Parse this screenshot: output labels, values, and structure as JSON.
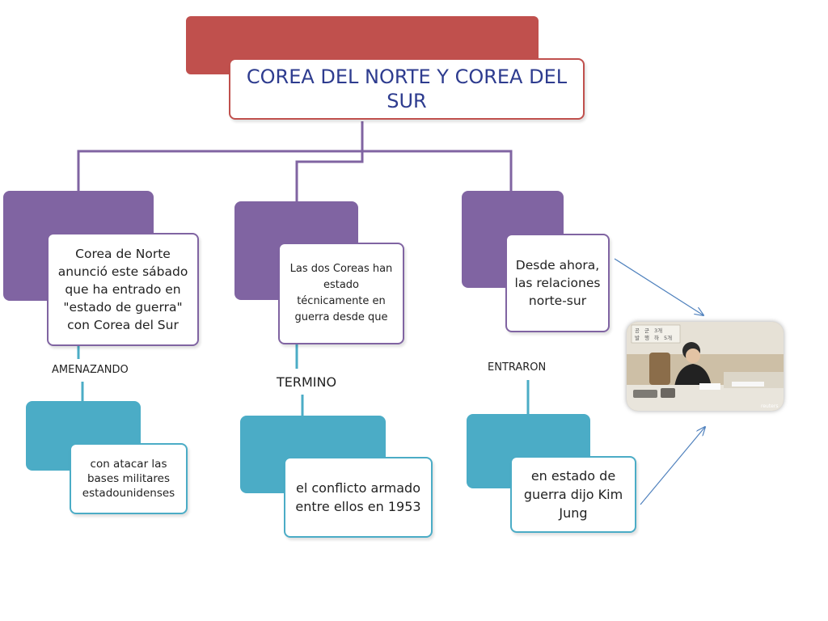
{
  "title": "COREA DEL NORTE Y COREA DEL SUR",
  "branches": [
    {
      "top_text": "Corea de Norte anunció este sábado que ha entrado en \"estado de guerra\" con Corea del Sur",
      "link_label": "AMENAZANDO",
      "bottom_text": "con atacar las bases militares estadounidenses"
    },
    {
      "top_text": "Las dos Coreas han estado técnicamente en guerra desde que",
      "link_label": "TERMINO",
      "bottom_text": "el conflicto armado entre ellos en 1953"
    },
    {
      "top_text": "Desde ahora, las relaciones norte-sur",
      "link_label": "ENTRARON",
      "bottom_text": "en estado de guerra dijo Kim Jung"
    }
  ],
  "photo": {
    "board_text": [
      "공",
      "군",
      "3개",
      "발",
      "행",
      "하",
      "5개"
    ],
    "watermark": "reuters"
  },
  "colors": {
    "title": "#c0504d",
    "title_text": "#2e3c8f",
    "purple": "#8064a2",
    "teal": "#4bacc6",
    "arrow": "#4f81bd"
  }
}
